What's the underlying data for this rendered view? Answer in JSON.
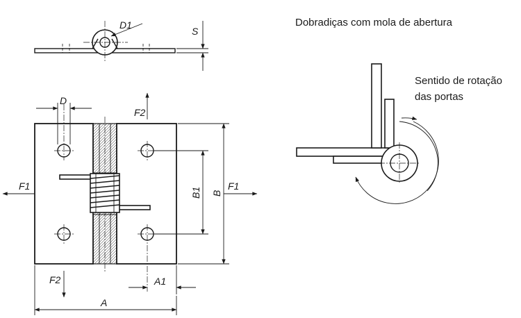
{
  "title": "Dobradiças com mola de abertura",
  "rotation_note": {
    "line1": "Sentido de rotação",
    "line2": "das portas"
  },
  "dimensions": {
    "d1": "D1",
    "s": "S",
    "d": "D",
    "b1": "B1",
    "b": "B",
    "a1": "A1",
    "a": "A"
  },
  "forces": {
    "f1": "F1",
    "f2": "F2"
  }
}
